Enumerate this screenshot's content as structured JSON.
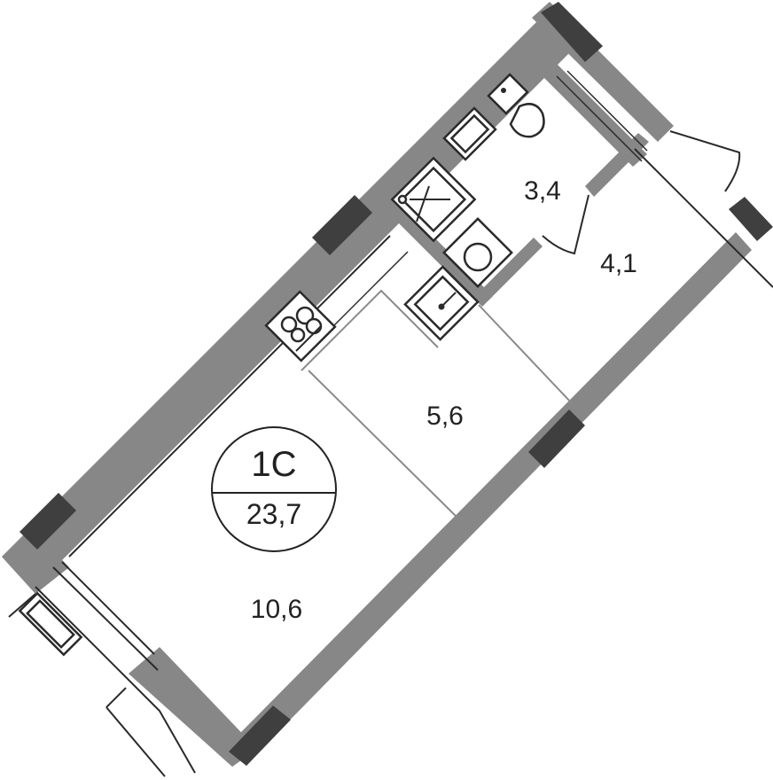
{
  "plan": {
    "apartment_type": "1С",
    "total_area": "23,7",
    "rooms": [
      {
        "name": "bathroom",
        "area": "3,4"
      },
      {
        "name": "hallway",
        "area": "4,1"
      },
      {
        "name": "kitchen",
        "area": "5,6"
      },
      {
        "name": "living-room",
        "area": "10,6"
      }
    ]
  },
  "colors": {
    "wall": "#878787",
    "wall_dark": "#3f3f3f",
    "line": "#2a2a2a",
    "partition": "#8a8a8a"
  }
}
